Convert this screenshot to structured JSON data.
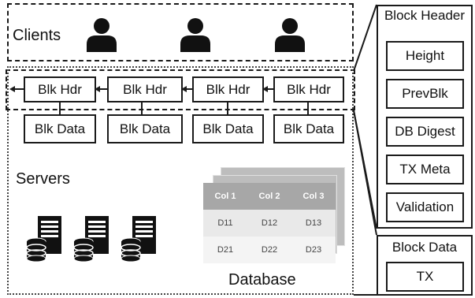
{
  "clients": {
    "label": "Clients"
  },
  "chain": {
    "headers": [
      "Blk Hdr",
      "Blk Hdr",
      "Blk Hdr",
      "Blk Hdr"
    ],
    "data": [
      "Blk Data",
      "Blk Data",
      "Blk Data",
      "Blk Data"
    ]
  },
  "servers": {
    "label": "Servers"
  },
  "database": {
    "label": "Database",
    "columns": [
      "Col 1",
      "Col 2",
      "Col 3"
    ],
    "rows": [
      [
        "D11",
        "D12",
        "D13"
      ],
      [
        "D21",
        "D22",
        "D23"
      ]
    ]
  },
  "block_header_panel": {
    "title": "Block Header",
    "fields": [
      "Height",
      "PrevBlk",
      "DB Digest",
      "TX Meta",
      "Validation"
    ]
  },
  "block_data_panel": {
    "title": "Block Data",
    "fields": [
      "TX"
    ]
  },
  "icons": [
    "person-icon",
    "server-icon",
    "database-icon",
    "arrow-icon"
  ],
  "colors": {
    "line": "#1a1a1a",
    "table_header": "#a7a7a7"
  }
}
